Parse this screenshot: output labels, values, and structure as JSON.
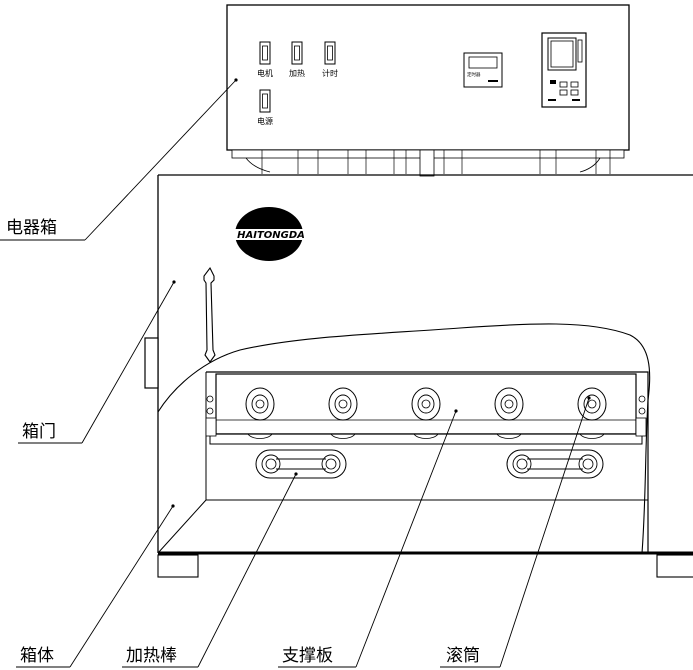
{
  "control_box": {
    "switches": {
      "motor": "电机",
      "heat": "加热",
      "timer": "计时",
      "power": "电源"
    },
    "timer_display_label": "定时器"
  },
  "brand": {
    "logo_text": "HAITONGDA"
  },
  "callouts": {
    "electrical_box": "电器箱",
    "door": "箱门",
    "body": "箱体",
    "heating_rod": "加热棒",
    "support_plate": "支撑板",
    "roller": "滚筒"
  }
}
